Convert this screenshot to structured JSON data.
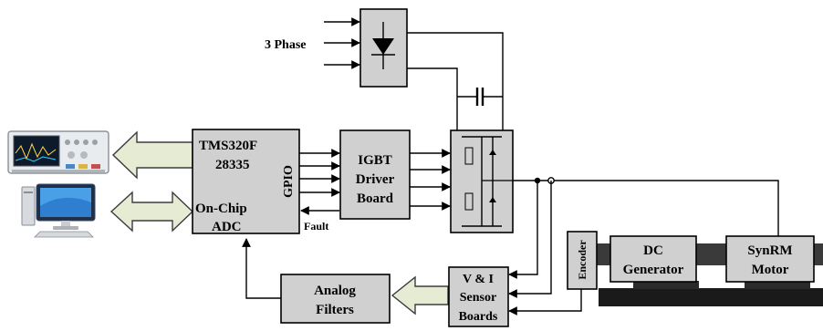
{
  "supply": {
    "label": "3 Phase"
  },
  "dsp": {
    "line1": "TMS320F",
    "line2": "28335",
    "gpio": "GPIO",
    "adc1": "On-Chip",
    "adc2": "ADC"
  },
  "driver": {
    "line1": "IGBT",
    "line2": "Driver",
    "line3": "Board"
  },
  "fault": {
    "label": "Fault"
  },
  "sensor": {
    "line1": "V & I",
    "line2": "Sensor",
    "line3": "Boards"
  },
  "filters": {
    "line1": "Analog",
    "line2": "Filters"
  },
  "encoder": {
    "label": "Encoder"
  },
  "generator": {
    "line1": "DC",
    "line2": "Generator"
  },
  "motor": {
    "line1": "SynRM",
    "line2": "Motor"
  },
  "icons": {
    "oscilloscope": "oscilloscope-icon",
    "computer": "computer-icon",
    "rectifier": "diode-rectifier-icon",
    "capacitor": "dc-link-capacitor-icon",
    "inverter": "igbt-inverter-icon"
  },
  "colors": {
    "box_fill": "#d0d0d0",
    "arrow_fill": "#e6ecd4",
    "arrow_stroke": "#3c3c3c",
    "shaft": "#1a1a1a"
  }
}
